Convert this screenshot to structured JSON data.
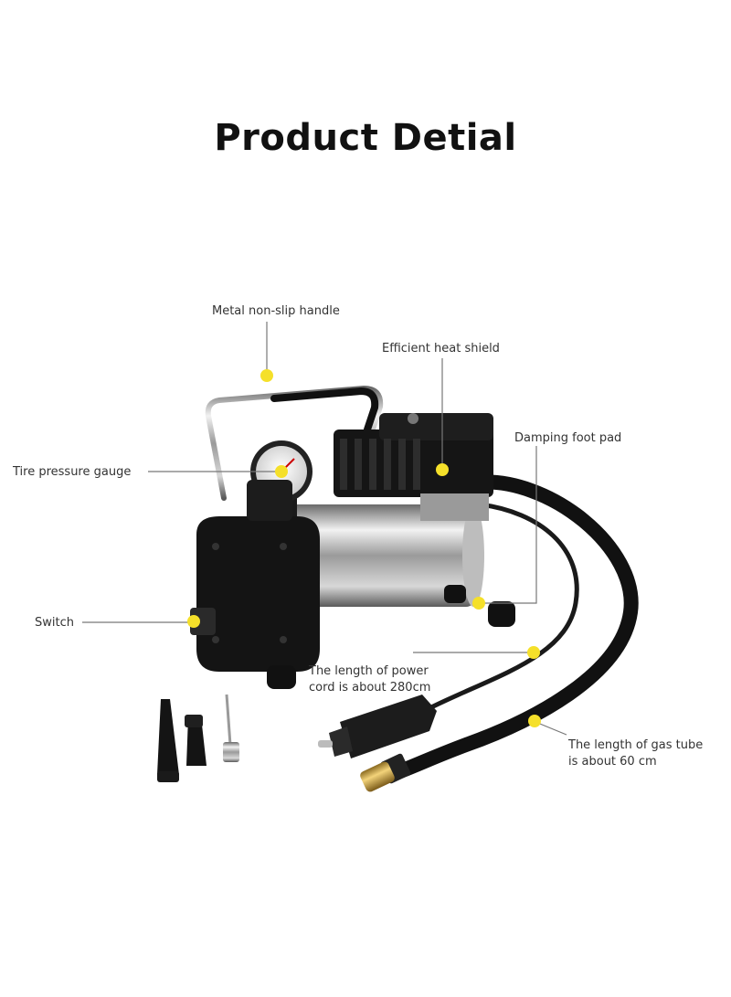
{
  "title": "Product Detial",
  "accent": "#f5e02a",
  "labels": {
    "handle": "Metal non-slip handle",
    "heat_shield": "Efficient heat shield",
    "foot_pad": "Damping foot pad",
    "gauge": "Tire pressure gauge",
    "switch": "Switch",
    "power_cord": "The length of power\ncord is about 280cm",
    "gas_tube": "The length of gas tube\nis about 60 cm"
  }
}
